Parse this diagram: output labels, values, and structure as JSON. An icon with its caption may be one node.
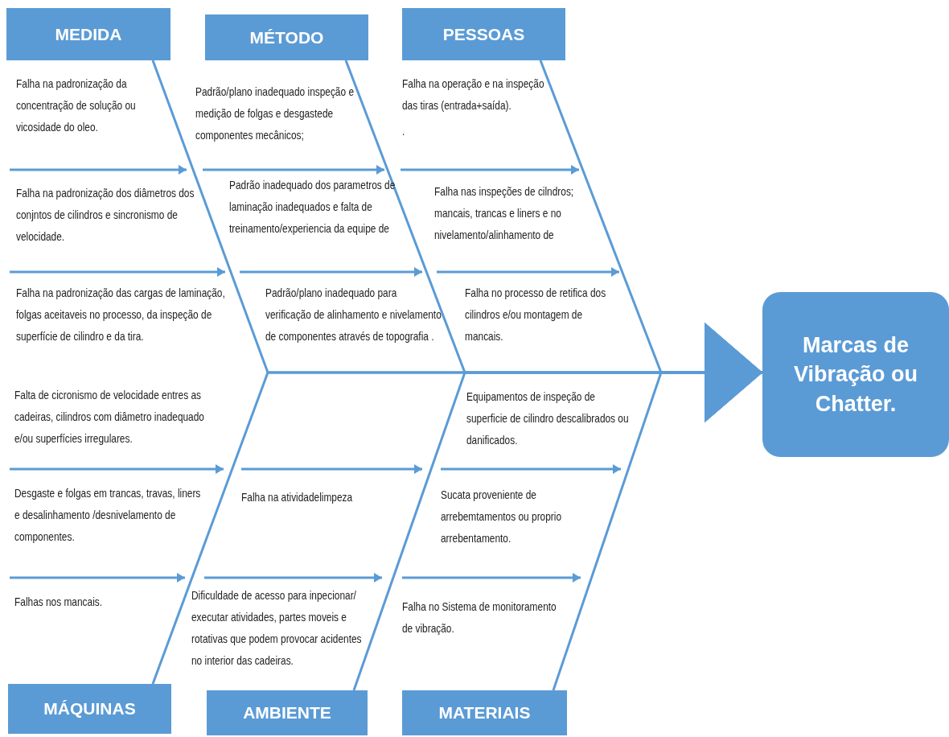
{
  "diagram": {
    "nodes": [
      {
        "text": [
          "MEDIDA"
        ]
      },
      {
        "text": [
          "MÉTODO"
        ]
      },
      {
        "text": [
          "PESSOAS"
        ]
      },
      {
        "text": [
          "MÁQUINAS"
        ]
      },
      {
        "text": [
          "AMBIENTE"
        ]
      },
      {
        "text": [
          "MATERIAIS"
        ]
      },
      {
        "text": [
          "Marcas de Vibração ou Chatter."
        ]
      }
    ],
    "edges": [
      {
        "from": 0,
        "to": 6,
        "arrow": "to"
      },
      {
        "from": 1,
        "to": 6,
        "arrow": "to"
      },
      {
        "from": 2,
        "to": 6,
        "arrow": "to"
      },
      {
        "from": 3,
        "to": 6,
        "arrow": "to"
      },
      {
        "from": 4,
        "to": 6,
        "arrow": "to"
      },
      {
        "from": 5,
        "to": 6,
        "arrow": "to"
      }
    ],
    "labels": [
      "Falha na padronização da concentração de solução ou vicosidade do oleo.",
      "Falha na padronização dos diâmetros dos conjntos de cilindros e sincronismo de velocidade.",
      "Falha na padronização das cargas de laminação, folgas aceitaveis no processo, da inspeção de superfície de cilindro e da tira.",
      "Padrão/plano inadequado inspeção e medição de folgas e desgastede componentes mecânicos;",
      "Padrão inadequado dos parametros de laminação inadequados e falta de treinamento/experiencia da equipe de",
      "Padrão/plano inadequado para verificação de alinhamento e nivelamento de componentes através de topografia .",
      "Falha na operação e na inspeção das tiras (entrada+saída).",
      ".",
      "Falha nas inspeções de cilndros; mancais, trancas e liners e no nivelamento/alinhamento de",
      "Falha no processo de retifica dos cilindros e/ou montagem de mancais.",
      "Falta de cicronismo de velocidade entres as cadeiras, cilindros com diâmetro inadequado e/ou superfícies irregulares.",
      "Desgaste e folgas em trancas, travas, liners e desalinhamento /desnivelamento de componentes.",
      "Falhas nos mancais.",
      "Falha na atividadelimpeza",
      "Dificuldade de acesso para inpecionar/ executar atividades, partes moveis e rotativas que podem provocar acidentes no interior das cadeiras.",
      "Equipamentos de inspeção de superficie de cilindro descalibrados ou danificados.",
      "Sucata proveniente de arrebemtamentos ou proprio arrebentamento.",
      "Falha no Sistema de monitoramento de vibração."
    ]
  }
}
